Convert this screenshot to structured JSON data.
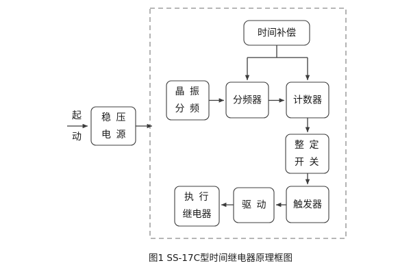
{
  "figure": {
    "caption": "图1 SS-17C型时间继电器原理框图",
    "enclosure_name": "dashed-boundary"
  },
  "input": {
    "label_top": "起",
    "label_bottom": "动"
  },
  "blocks": {
    "power": {
      "line1": "稳 压",
      "line2": "电 源"
    },
    "crystal": {
      "line1": "晶 振",
      "line2": "分 频"
    },
    "divider": {
      "line1": "分频器"
    },
    "counter": {
      "line1": "计数器"
    },
    "compensation": {
      "line1": "时间补偿"
    },
    "setting": {
      "line1": "整 定",
      "line2": "开 关"
    },
    "trigger": {
      "line1": "触发器"
    },
    "drive": {
      "line1": "驱 动"
    },
    "relay": {
      "line1": "执 行",
      "line2": "继电器"
    }
  },
  "colors": {
    "box_stroke": "#3c3c3c",
    "edge": "#3c3c3c",
    "enclosure": "#8a8a8a",
    "text": "#1a1a1a",
    "background": "#ffffff"
  }
}
